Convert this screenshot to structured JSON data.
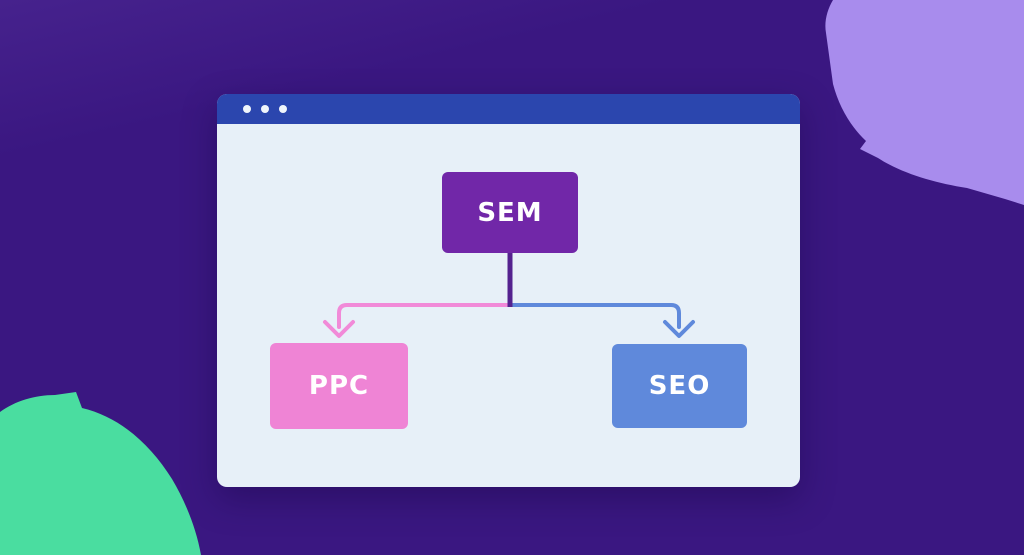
{
  "scene": {
    "description": "Flowchart illustration inside a mock browser window on a dark purple background with decorative blobs",
    "palette": {
      "background": "#3a1781",
      "background_highlight": "#46228d",
      "lavender_blob": "#a88ced",
      "green_blob": "#4adda0",
      "titlebar": "#2b46ae",
      "titlebar_dot": "#f0f5fb",
      "window_body": "#e7f0f8",
      "sem_box": "#7127a8",
      "ppc_box": "#ef84d5",
      "seo_box": "#5f89db",
      "stem_line": "#54228f",
      "ppc_connector": "#f18ad8",
      "seo_connector": "#5f89db",
      "label_text": "#ffffff"
    }
  },
  "window": {
    "dots_count": 3
  },
  "diagram": {
    "root": {
      "label": "SEM"
    },
    "children": [
      {
        "label": "PPC"
      },
      {
        "label": "SEO"
      }
    ]
  }
}
